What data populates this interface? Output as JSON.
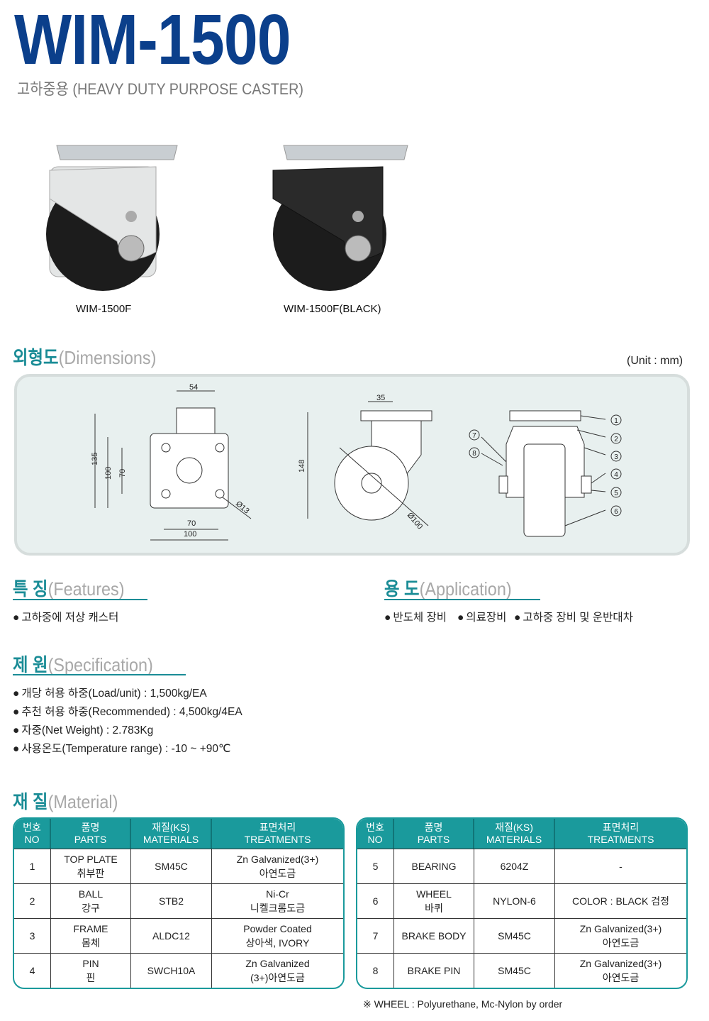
{
  "header": {
    "title": "WIM-1500",
    "subtitle": "고하중용 (HEAVY DUTY PURPOSE CASTER)"
  },
  "products": [
    {
      "caption": "WIM-1500F",
      "color": "#e4e6e6"
    },
    {
      "caption": "WIM-1500F(BLACK)",
      "color": "#2a2a2a"
    }
  ],
  "dimensions": {
    "title_ko": "외형도",
    "title_en": "(Dimensions)",
    "unit": "(Unit : mm)",
    "labels": {
      "d54": "54",
      "d135": "135",
      "d100": "100",
      "d70": "70",
      "h70": "70",
      "h100": "100",
      "d13": "Ø13",
      "d35": "35",
      "d148": "148",
      "d100w": "Ø100"
    },
    "callouts": [
      "1",
      "2",
      "3",
      "4",
      "5",
      "6",
      "7",
      "8"
    ]
  },
  "features": {
    "title_ko": "특 징",
    "title_en": "(Features)",
    "items": [
      "고하중에 저상 캐스터"
    ]
  },
  "application": {
    "title_ko": "용 도",
    "title_en": "(Application)",
    "items": [
      "반도체 장비",
      "의료장비",
      "고하중 장비 및 운반대차"
    ]
  },
  "specification": {
    "title_ko": "제 원",
    "title_en": "(Specification)",
    "items": [
      "개당 허용 하중(Load/unit) : 1,500kg/EA",
      "추천 허용 하중(Recommended) : 4,500kg/4EA",
      "자중(Net Weight) : 2.783Kg",
      "사용온도(Temperature range) : -10 ~ +90℃"
    ]
  },
  "material": {
    "title_ko": "재 질",
    "title_en": "(Material)",
    "headers": [
      [
        "번호",
        "NO"
      ],
      [
        "품명",
        "PARTS"
      ],
      [
        "재질(KS)",
        "MATERIALS"
      ],
      [
        "표면처리",
        "TREATMENTS"
      ]
    ],
    "left": [
      [
        "1",
        "TOP PLATE",
        "취부판",
        "SM45C",
        "Zn Galvanized(3+)",
        "아연도금"
      ],
      [
        "2",
        "BALL",
        "강구",
        "STB2",
        "Ni-Cr",
        "니켈크롬도금"
      ],
      [
        "3",
        "FRAME",
        "몸체",
        "ALDC12",
        "Powder Coated",
        "상아색, IVORY"
      ],
      [
        "4",
        "PIN",
        "핀",
        "SWCH10A",
        "Zn Galvanized",
        "(3+)아연도금"
      ]
    ],
    "right": [
      [
        "5",
        "BEARING",
        "",
        "6204Z",
        "-",
        ""
      ],
      [
        "6",
        "WHEEL",
        "바퀴",
        "NYLON-6",
        "COLOR : BLACK 검정",
        ""
      ],
      [
        "7",
        "BRAKE BODY",
        "",
        "SM45C",
        "Zn Galvanized(3+)",
        "아연도금"
      ],
      [
        "8",
        "BRAKE PIN",
        "",
        "SM45C",
        "Zn Galvanized(3+)",
        "아연도금"
      ]
    ],
    "note": "※ WHEEL : Polyurethane, Mc-Nylon by order"
  },
  "colors": {
    "brand": "#0b3f8b",
    "teal": "#1a9a9c"
  }
}
